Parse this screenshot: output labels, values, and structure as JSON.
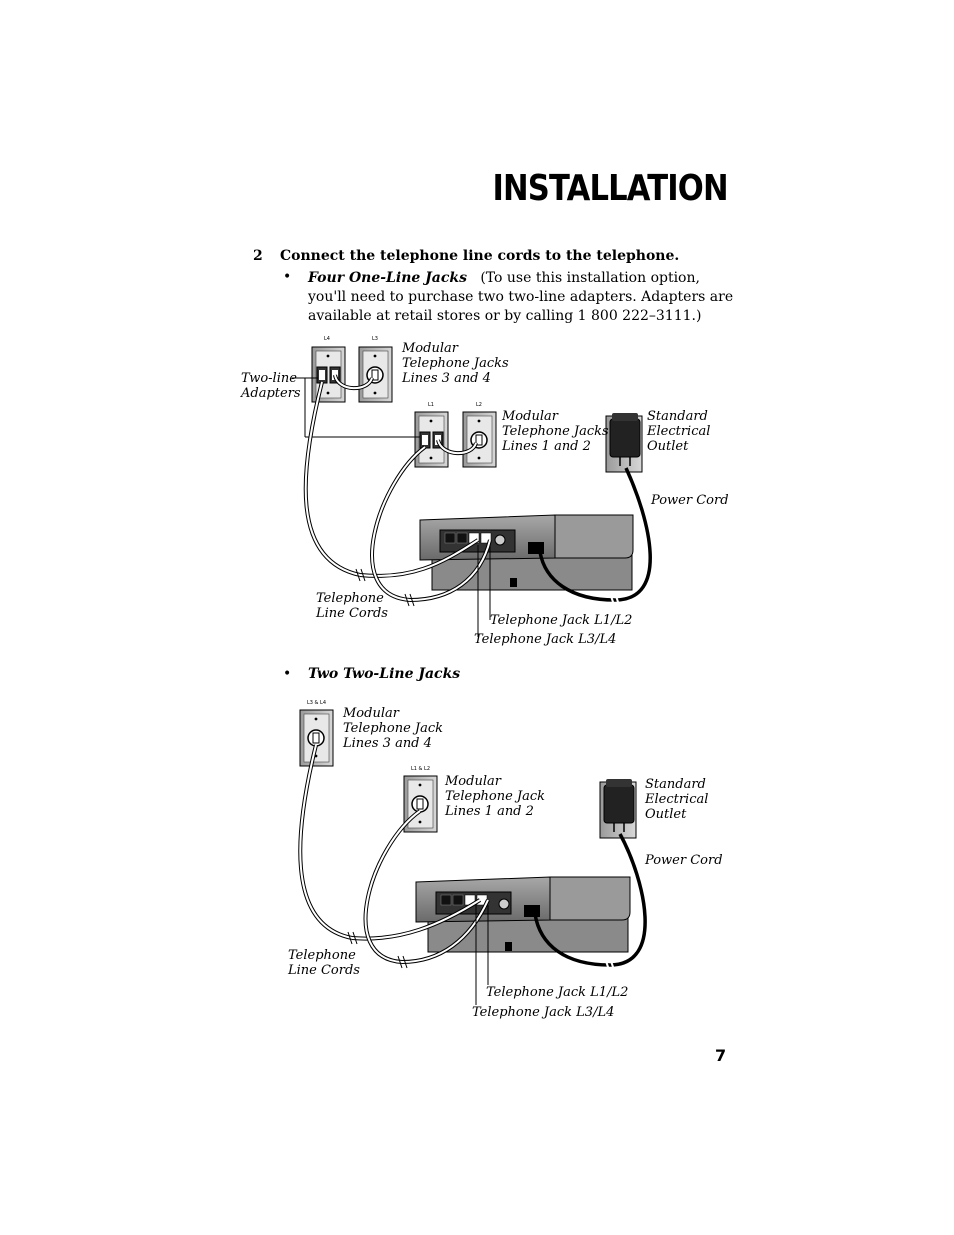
{
  "header": {
    "title": "INSTALLATION"
  },
  "step": {
    "number": "2",
    "text": "Connect the telephone line cords to the telephone."
  },
  "option1": {
    "bullet": "•",
    "heading": "Four One-Line Jacks",
    "text": "(To use this installation option, you'll need to purchase two two-line adapters. Adapters are available at retail stores or by calling 1 800 222–3111.)"
  },
  "option2": {
    "bullet": "•",
    "heading": "Two Two-Line Jacks"
  },
  "diagram1": {
    "jack_tags": {
      "l4": "L4",
      "l3": "L3",
      "l1": "L1",
      "l2": "L2"
    },
    "labels": {
      "two_line_adapters": [
        "Two-line",
        "Adapters"
      ],
      "jacks_3_4": [
        "Modular",
        "Telephone Jacks",
        "Lines 3 and 4"
      ],
      "jacks_1_2": [
        "Modular",
        "Telephone Jacks",
        "Lines 1 and 2"
      ],
      "outlet": [
        "Standard",
        "Electrical",
        "Outlet"
      ],
      "power_cord": "Power Cord",
      "line_cords": [
        "Telephone",
        "Line Cords"
      ],
      "jack_l1l2": "Telephone Jack L1/L2",
      "jack_l3l4": "Telephone Jack L3/L4"
    }
  },
  "diagram2": {
    "jack_tags": {
      "l34": "L3 & L4",
      "l12": "L1 & L2"
    },
    "labels": {
      "jack_3_4": [
        "Modular",
        "Telephone Jack",
        "Lines 3 and 4"
      ],
      "jack_1_2": [
        "Modular",
        "Telephone Jack",
        "Lines 1 and 2"
      ],
      "outlet": [
        "Standard",
        "Electrical",
        "Outlet"
      ],
      "power_cord": "Power Cord",
      "line_cords": [
        "Telephone",
        "Line Cords"
      ],
      "jack_l1l2": "Telephone Jack L1/L2",
      "jack_l3l4": "Telephone Jack L3/L4"
    }
  },
  "footer": {
    "page_number": "7"
  }
}
